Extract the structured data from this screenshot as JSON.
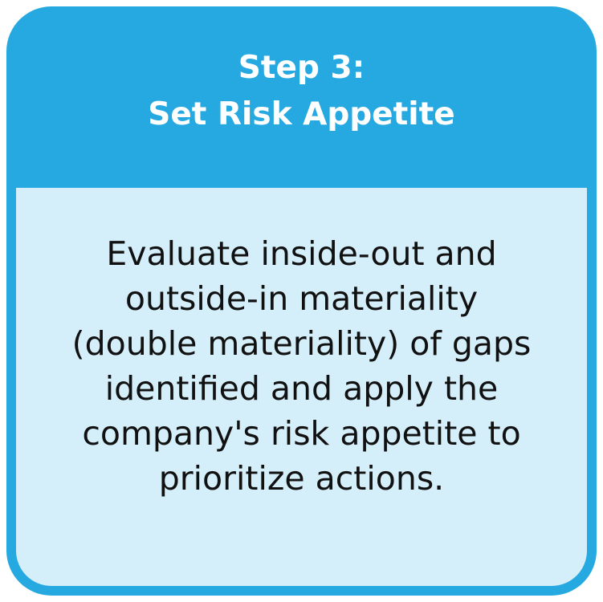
{
  "header": {
    "line1": "Step 3:",
    "line2": "Set Risk Appetite"
  },
  "body": {
    "lines": [
      "Evaluate inside-out and",
      "outside-in materiality",
      "(double materiality) of gaps",
      "identified and apply the",
      "company's risk appetite to",
      "prioritize actions."
    ]
  },
  "colors": {
    "header_background": "#26a9e0",
    "body_background": "#d4eefa",
    "header_text": "#ffffff",
    "body_text": "#111111"
  }
}
